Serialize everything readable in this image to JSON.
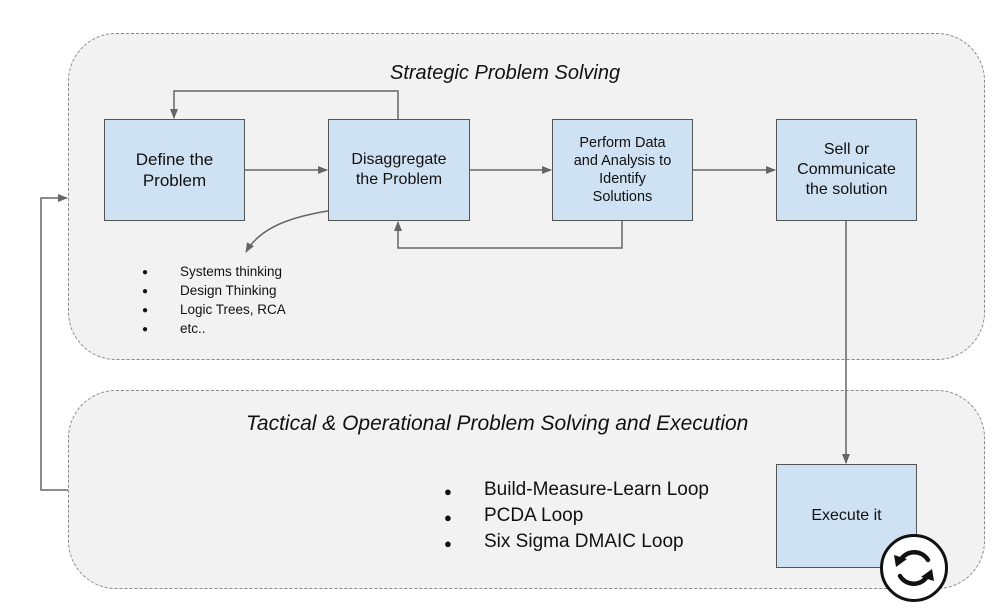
{
  "sections": {
    "strategic": {
      "title": "Strategic Problem Solving"
    },
    "tactical": {
      "title": "Tactical & Operational Problem Solving and Execution"
    }
  },
  "boxes": {
    "define": "Define the\nProblem",
    "disaggregate": "Disaggregate\nthe Problem",
    "data_analysis": "Perform Data\nand Analysis to\nIdentify\nSolutions",
    "sell": "Sell or\nCommunicate\nthe solution",
    "execute": "Execute it"
  },
  "disaggregation_methods": [
    "Systems thinking",
    "Design Thinking",
    "Logic Trees, RCA",
    "etc.."
  ],
  "execution_loops": [
    "Build-Measure-Learn Loop",
    "PCDA Loop",
    "Six Sigma DMAIC Loop"
  ],
  "icons": {
    "badge": "refresh-cycle-icon"
  },
  "colors": {
    "box_fill": "#cfe2f3",
    "section_fill": "#f2f2f2",
    "arrow": "#666666"
  }
}
